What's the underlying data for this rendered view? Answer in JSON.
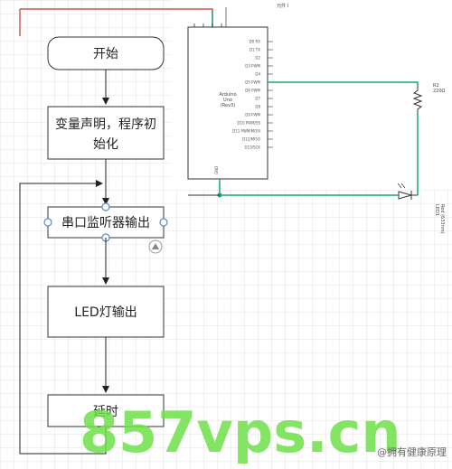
{
  "flowchart": {
    "start_label": "开始",
    "init_label_line1": "变量声明，程序初",
    "init_label_line2": "始化",
    "serial_label": "串口监听器输出",
    "led_label": "LED灯输出",
    "delay_label": "延时"
  },
  "circuit": {
    "header_label": "元件 I",
    "board_title": "Arduino",
    "board_model": "Uno",
    "board_rev": "(Rev3)",
    "pins": [
      "D0 RX",
      "D1 TX",
      "D2",
      "D3 PWM",
      "D4",
      "D5 PWM",
      "D6 PWM",
      "D7",
      "D8",
      "D9 PWM",
      "D10 PWM/SS",
      "D11 PWM/MOSI",
      "D12/MISO",
      "D13/SCK"
    ],
    "gnd_label": "GND",
    "resistor_label": "R2",
    "resistor_value": "220Ω",
    "led_label_1": "LED1",
    "led_label_2": "Red (633nm)"
  },
  "watermark": {
    "text": "857vps.cn"
  },
  "credit": {
    "text": "@拥有健康原理"
  },
  "colors": {
    "wire_green": "#1aa37a",
    "wire_red": "#c0392b",
    "grid": "#dcdcdc",
    "watermark": "#6fe04a",
    "connector": "#5b8bd0"
  }
}
